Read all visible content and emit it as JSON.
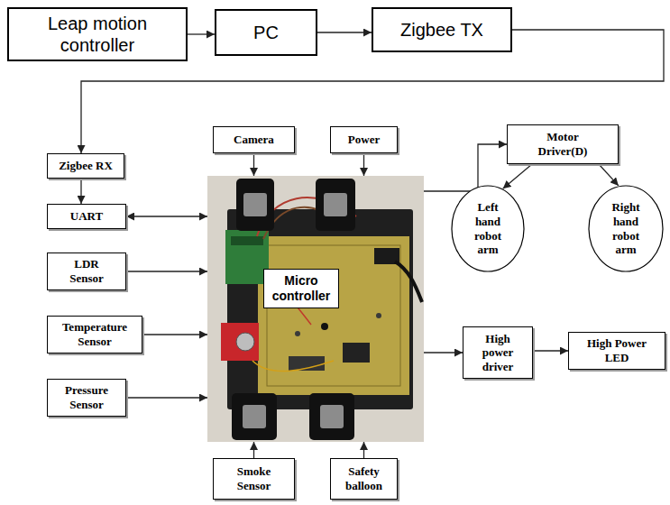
{
  "diagram": {
    "nodes": [
      {
        "text": [
          "Leap motion controller"
        ]
      },
      {
        "text": [
          "PC"
        ]
      },
      {
        "text": [
          "Zigbee TX"
        ]
      },
      {
        "text": [
          "Zigbee RX"
        ]
      },
      {
        "text": [
          "Camera"
        ]
      },
      {
        "text": [
          "Power"
        ]
      },
      {
        "text": [
          "Motor Driver(D)"
        ]
      },
      {
        "text": [
          "UART"
        ]
      },
      {
        "text": [
          "LDR Sensor"
        ]
      },
      {
        "text": [
          "Micro controller"
        ]
      },
      {
        "text": [
          "Left hand robot arm"
        ]
      },
      {
        "text": [
          "Right hand robot arm"
        ]
      },
      {
        "text": [
          "Temperature Sensor"
        ]
      },
      {
        "text": [
          "High power driver"
        ]
      },
      {
        "text": [
          "High Power LED"
        ]
      },
      {
        "text": [
          "Pressure Sensor"
        ]
      },
      {
        "text": [
          "Smoke Sensor"
        ]
      },
      {
        "text": [
          "Safety balloon"
        ]
      }
    ],
    "edges": [
      {
        "from": 0,
        "to": 1,
        "arrow": "to"
      },
      {
        "from": 1,
        "to": 2,
        "arrow": "to"
      },
      {
        "from": 2,
        "to": 3,
        "arrow": "to"
      },
      {
        "from": 3,
        "to": 7,
        "arrow": "to"
      },
      {
        "from": 7,
        "to": 9,
        "arrow": "both"
      },
      {
        "from": 8,
        "to": 9,
        "arrow": "to"
      },
      {
        "from": 12,
        "to": 9,
        "arrow": "to"
      },
      {
        "from": 15,
        "to": 9,
        "arrow": "to"
      },
      {
        "from": 4,
        "to": 9,
        "arrow": "to"
      },
      {
        "from": 5,
        "to": 9,
        "arrow": "to"
      },
      {
        "from": 16,
        "to": 9,
        "arrow": "to"
      },
      {
        "from": 17,
        "to": 9,
        "arrow": "to"
      },
      {
        "from": 9,
        "to": 6,
        "arrow": "to"
      },
      {
        "from": 6,
        "to": 10,
        "arrow": "to"
      },
      {
        "from": 6,
        "to": 11,
        "arrow": "to"
      },
      {
        "from": 9,
        "to": 13,
        "arrow": "to"
      },
      {
        "from": 13,
        "to": 14,
        "arrow": "to"
      }
    ]
  }
}
